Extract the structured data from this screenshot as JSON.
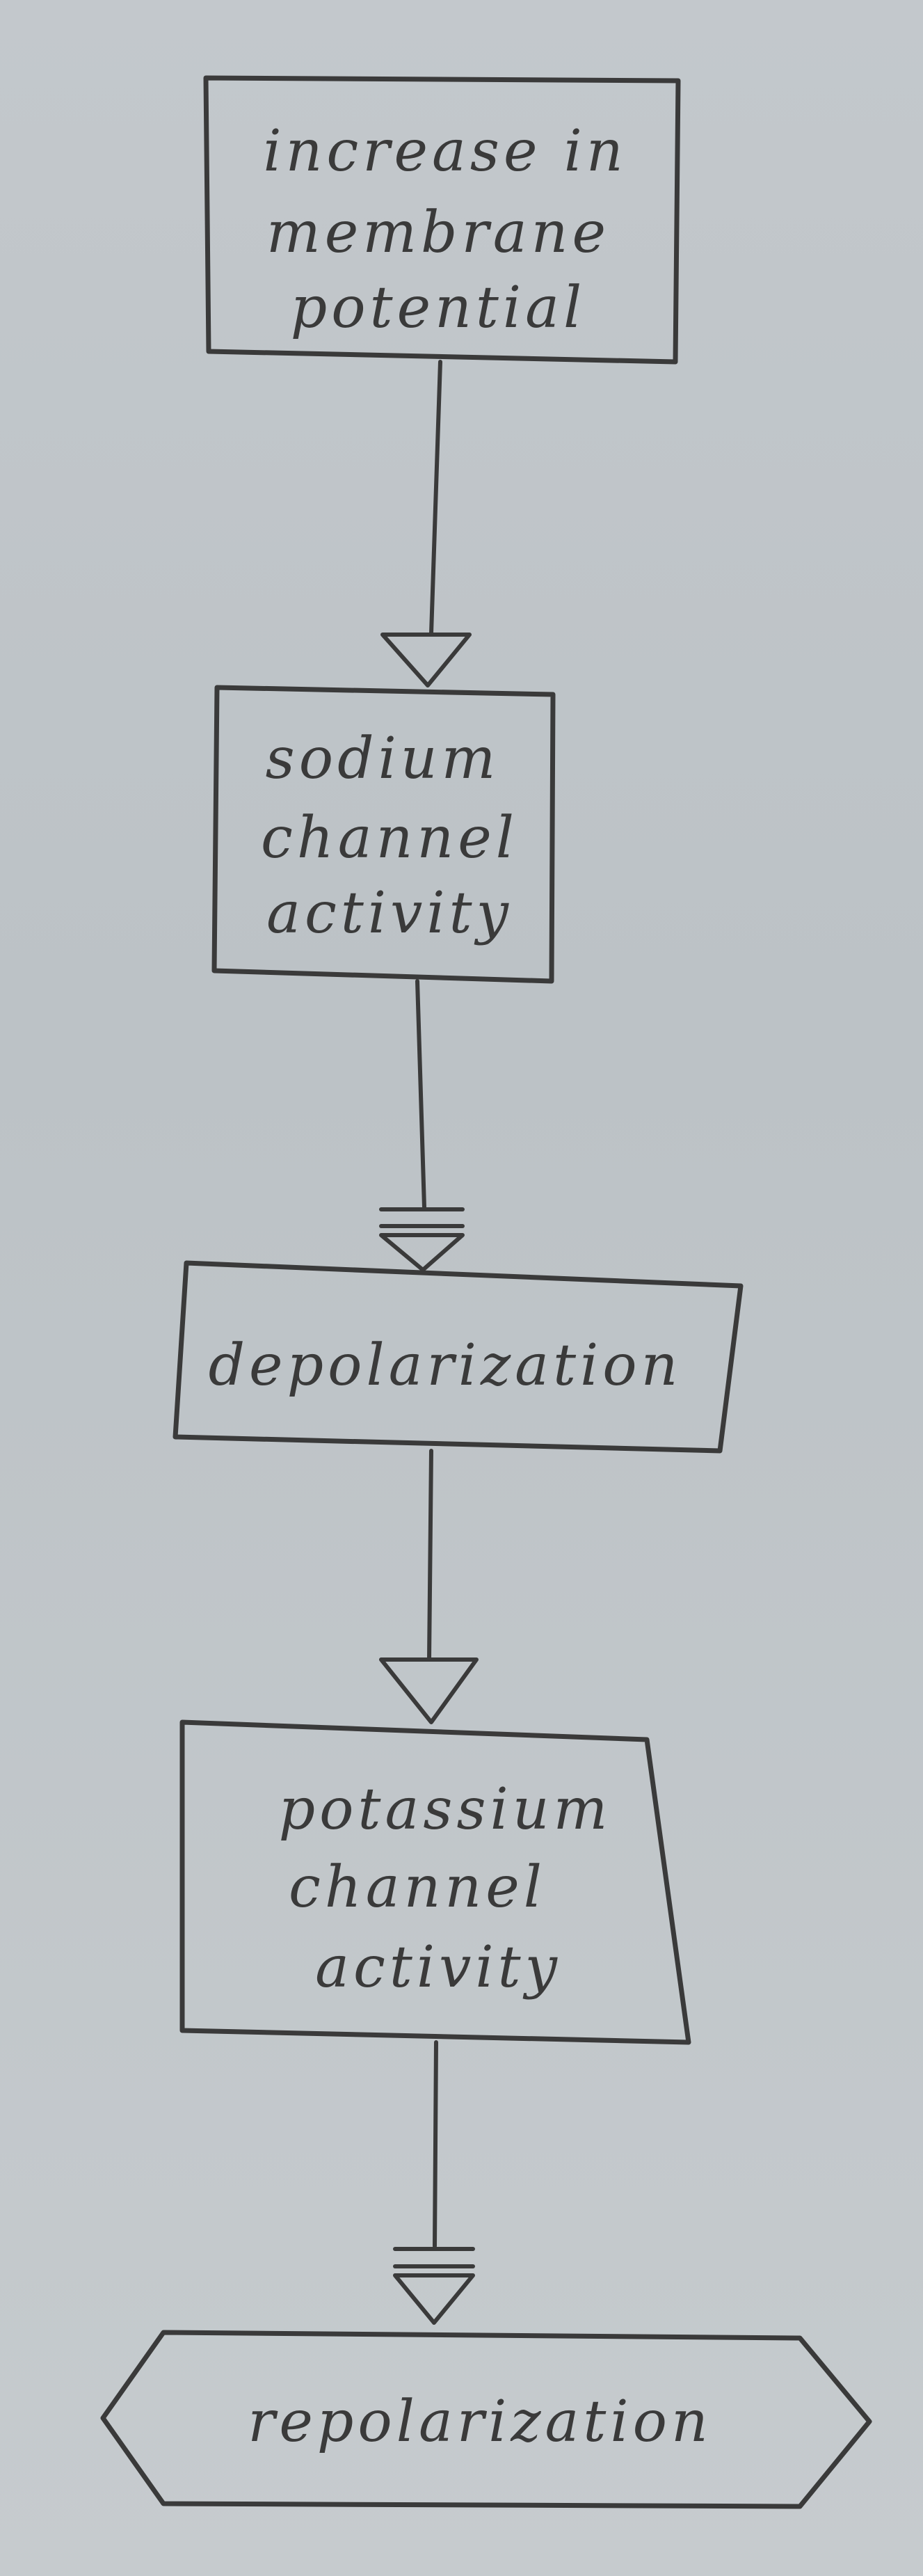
{
  "nodes": {
    "increase": {
      "lines": [
        "increase in",
        "membrane",
        "potential"
      ]
    },
    "sodium": {
      "lines": [
        "sodium",
        "channel",
        "activity"
      ]
    },
    "depolarization": {
      "lines": [
        "depolarization"
      ]
    },
    "potassium": {
      "lines": [
        "potassium",
        "channel",
        "activity"
      ]
    },
    "repolarization": {
      "lines": [
        "repolarization"
      ]
    }
  },
  "edges": [
    {
      "from": "increase",
      "to": "sodium",
      "arrow": "open-triangle"
    },
    {
      "from": "sodium",
      "to": "depolarization",
      "arrow": "open-triangle-with-double-bar"
    },
    {
      "from": "depolarization",
      "to": "potassium",
      "arrow": "open-triangle"
    },
    {
      "from": "potassium",
      "to": "repolarization",
      "arrow": "open-triangle-with-double-bar"
    }
  ]
}
